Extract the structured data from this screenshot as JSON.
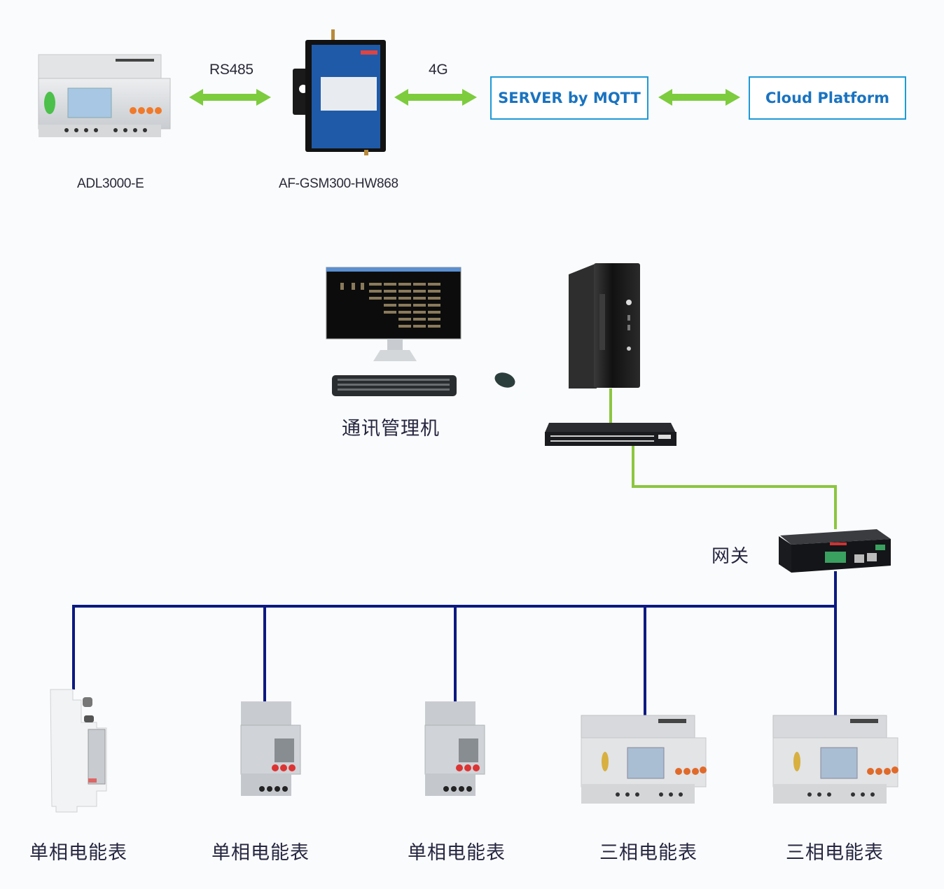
{
  "diagram": {
    "colors": {
      "arrow_green": "#7ccc3e",
      "ethernet_green": "#8cc63f",
      "bus_blue": "#0c1a80",
      "box_border": "#1e9ad6",
      "box_text": "#1a73c0"
    },
    "top_row": {
      "meter": {
        "label": "ADL3000-E",
        "icon": "three-phase-meter-icon"
      },
      "link1": {
        "label": "RS485",
        "type": "bidirectional-arrow"
      },
      "gateway": {
        "label": "AF-GSM300-HW868",
        "icon": "4g-modem-icon"
      },
      "link2": {
        "label": "4G",
        "type": "bidirectional-arrow"
      },
      "server_box": {
        "label": "SERVER by MQTT"
      },
      "link3": {
        "label": "",
        "type": "bidirectional-arrow"
      },
      "cloud_box": {
        "label": "Cloud Platform"
      }
    },
    "middle": {
      "workstation": {
        "label": "通讯管理机",
        "icon": "desktop-computer-icon"
      },
      "server": {
        "icon": "tower-server-icon"
      },
      "switch": {
        "icon": "network-switch-icon"
      },
      "gateway": {
        "label": "网关",
        "icon": "gateway-device-icon"
      }
    },
    "meters": [
      {
        "label": "单相电能表",
        "kind": "single-phase-slim"
      },
      {
        "label": "单相电能表",
        "kind": "single-phase"
      },
      {
        "label": "单相电能表",
        "kind": "single-phase"
      },
      {
        "label": "三相电能表",
        "kind": "three-phase"
      },
      {
        "label": "三相电能表",
        "kind": "three-phase"
      }
    ]
  }
}
